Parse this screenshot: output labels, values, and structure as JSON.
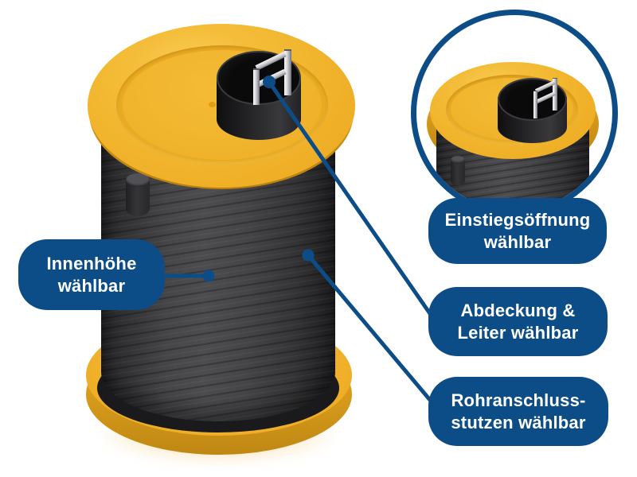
{
  "colors": {
    "accent_blue": "#0d4d87",
    "tank_yellow": "#f1b42c",
    "tank_yellow_dark": "#d2961a",
    "tank_body_gray": "#3b3b3e",
    "ladder_silver": "#d9d9de",
    "label_text": "#ffffff",
    "background": "#ffffff"
  },
  "diagram": {
    "callouts": [
      {
        "id": "innenhoehe",
        "label": "Innenhöhe\nwählbar"
      },
      {
        "id": "einstiegsoeffnung",
        "label": "Einstiegsöffnung\nwählbar"
      },
      {
        "id": "abdeckung-leiter",
        "label": "Abdeckung &\nLeiter wählbar"
      },
      {
        "id": "rohranschlussstutzen",
        "label": "Rohranschluss-\nstutzen wählbar"
      }
    ]
  }
}
